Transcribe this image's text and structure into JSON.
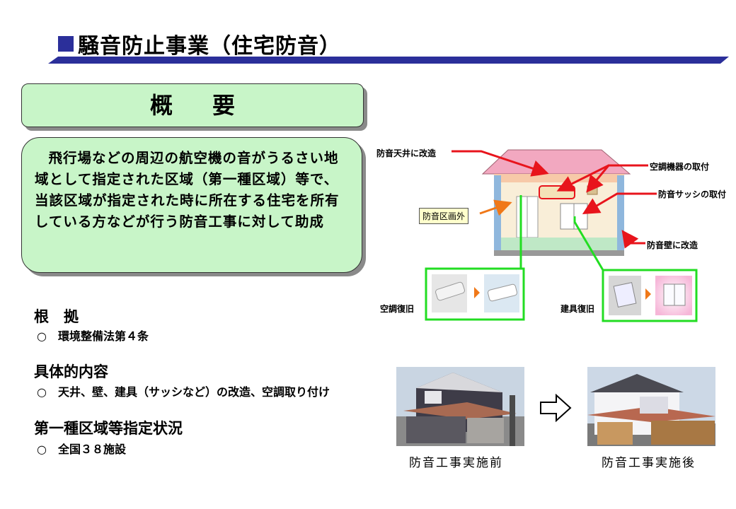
{
  "header": {
    "title": "騒音防止事業（住宅防音）"
  },
  "overview": {
    "heading": "概要",
    "summary": "飛行場などの周辺の航空機の音がうるさい地域として指定された区域（第一種区域）等で、当該区域が指定された時に所在する住宅を所有している方などが行う防音工事に対して助成"
  },
  "sections": [
    {
      "heading": "根　拠",
      "item": "○　環境整備法第４条"
    },
    {
      "heading": "具体的内容",
      "item": "○　天井、壁、建具（サッシなど）の改造、空調取り付け"
    },
    {
      "heading": "第一種区域等指定状況",
      "item": "○　全国３８施設"
    }
  ],
  "diagram": {
    "labels": {
      "ceiling": "防音天井に改造",
      "aircon": "空調機器の取付",
      "sash": "防音サッシの取付",
      "wall": "防音壁に改造",
      "outside": "防音区画外",
      "aircon_restore": "空調復旧",
      "fixture_restore": "建具復旧"
    },
    "colors": {
      "arrow_red": "#e8141c",
      "frame_green": "#22dd22",
      "arrow_orange": "#f07818",
      "roof": "#f2a8c0",
      "wall_blue": "#8fb7dd"
    }
  },
  "photos": {
    "before_caption": "防音工事実施前",
    "after_caption": "防音工事実施後"
  }
}
